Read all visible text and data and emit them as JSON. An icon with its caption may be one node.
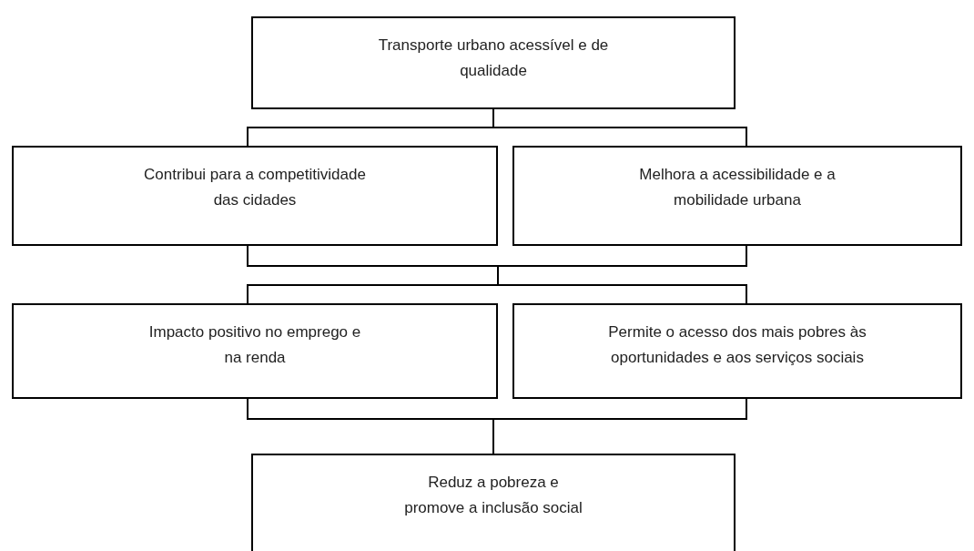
{
  "diagram": {
    "nodes": [
      {
        "text": [
          "Transporte urbano acessível e de qualidade"
        ]
      },
      {
        "text": [
          "Contribui para a competitividade das cidades"
        ]
      },
      {
        "text": [
          "Melhora a acessibilidade e a mobilidade urbana"
        ]
      },
      {
        "text": [
          "Impacto positivo no emprego e na renda"
        ]
      },
      {
        "text": [
          "Permite o acesso dos mais pobres às oportunidades e aos serviços sociais"
        ]
      },
      {
        "text": [
          "Reduz a pobreza e promove a inclusão social"
        ]
      }
    ],
    "edges": [
      {
        "from": 0,
        "to": 1,
        "arrow": "none"
      },
      {
        "from": 0,
        "to": 2,
        "arrow": "none"
      },
      {
        "from": 1,
        "to": 3,
        "arrow": "none"
      },
      {
        "from": 1,
        "to": 4,
        "arrow": "none"
      },
      {
        "from": 2,
        "to": 3,
        "arrow": "none"
      },
      {
        "from": 2,
        "to": 4,
        "arrow": "none"
      },
      {
        "from": 3,
        "to": 5,
        "arrow": "none"
      },
      {
        "from": 4,
        "to": 5,
        "arrow": "none"
      }
    ]
  }
}
